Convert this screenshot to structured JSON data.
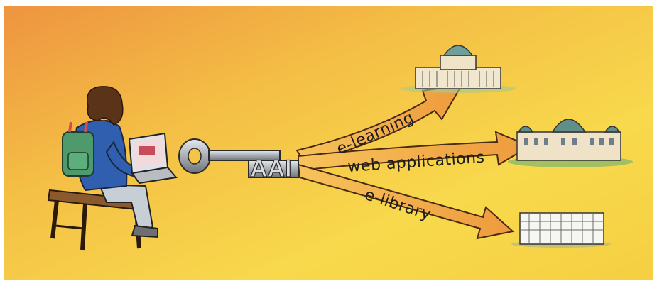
{
  "illustration": {
    "key_label": "AAI",
    "arrows": [
      {
        "label": "e-learning",
        "target": "university-building-icon"
      },
      {
        "label": "web applications",
        "target": "parliament-building-icon"
      },
      {
        "label": "e-library",
        "target": "library-building-icon"
      }
    ],
    "colors": {
      "background_warm": "#f2a73e",
      "background_light": "#f7d84a",
      "arrow_fill": "#f2a347",
      "arrow_stroke": "#4a2a12",
      "key_metal": "#b8bdc4",
      "backpack": "#4f9a6c",
      "jacket": "#2f5fae"
    }
  }
}
